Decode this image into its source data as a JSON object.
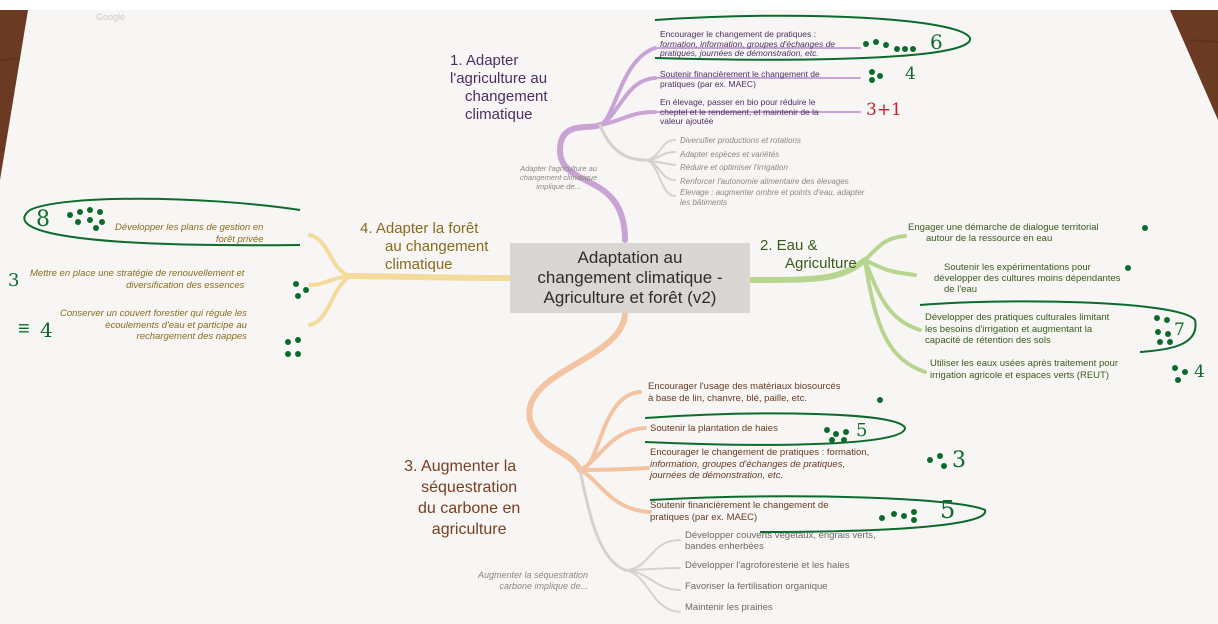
{
  "colors": {
    "table": "#6b3a22",
    "paper": "#f7f6f4",
    "purple": "#b07cc0",
    "green": "#9dc46b",
    "orange": "#f0b48d",
    "yellow": "#f0cf7a",
    "grey": "#c9c4c0",
    "ink": "#0c6b2c",
    "red": "#c0202a",
    "center_box": "#d9d6d3"
  },
  "center": {
    "line1": "Adaptation au",
    "line2": "changement climatique -",
    "line3": "Agriculture et forêt (v2)"
  },
  "branch1": {
    "title": [
      "1.  Adapter",
      "l'agriculture au",
      "changement",
      "climatique"
    ],
    "items": [
      {
        "lines": [
          "Encourager le changement de pratiques :",
          "formation, information, groupes d'échanges de",
          "pratiques, journées de démonstration, etc."
        ],
        "vote": "6"
      },
      {
        "lines": [
          "Soutenir financièrement le changement de",
          "pratiques (par ex. MAEC)"
        ],
        "vote": "4"
      },
      {
        "lines": [
          "En élevage, passer en bio pour réduire le",
          "cheptel et le rendement, et maintenir de la",
          "valeur ajoutée"
        ],
        "vote": "3+1"
      }
    ],
    "implies_label": [
      "Adapter l'agriculture au",
      "changement climatique",
      "implique de..."
    ],
    "implies": [
      "Diversifier productions et rotations",
      "Adapter espèces et variétés",
      "Réduire et optimiser l'irrigation",
      "Renforcer l'autonomie alimentaire des élevages",
      "Elevage : augmenter ombre et points d'eau, adapter",
      "les bâtiments"
    ]
  },
  "branch2": {
    "title": [
      "2.  Eau &",
      "Agriculture"
    ],
    "items": [
      {
        "lines": [
          "Engager une démarche de dialogue territorial",
          "autour de la ressource en eau"
        ],
        "vote": ""
      },
      {
        "lines": [
          "Soutenir les expérimentations pour",
          "développer des cultures moins dépendantes",
          "de l'eau"
        ],
        "vote": ""
      },
      {
        "lines": [
          "Développer des pratiques culturales limitant",
          "les besoins d'irrigation et augmentant la",
          "capacité de rétention des sols"
        ],
        "vote": "7"
      },
      {
        "lines": [
          "Utiliser les eaux usées après traitement pour",
          "irrigation agricole et espaces verts (REUT)"
        ],
        "vote": "4"
      }
    ]
  },
  "branch3": {
    "title": [
      "3.  Augmenter la",
      "séquestration",
      "du carbone en",
      "agriculture"
    ],
    "items": [
      {
        "lines": [
          "Encourager l'usage des matériaux biosourcés",
          "à base de lin, chanvre, blé, paille, etc."
        ],
        "vote": ""
      },
      {
        "lines": [
          "Soutenir la plantation de haies"
        ],
        "vote": "5"
      },
      {
        "lines": [
          "Encourager le changement de pratiques : formation,",
          "information, groupes d'échanges de pratiques,",
          "journées de démonstration, etc."
        ],
        "vote": "3"
      },
      {
        "lines": [
          "Soutenir financièrement le changement de",
          "pratiques (par ex. MAEC)"
        ],
        "vote": "5"
      }
    ],
    "implies_label": [
      "Augmenter la séquestration",
      "carbone implique de..."
    ],
    "implies": [
      "Développer couverts végétaux, engrais verts,",
      "bandes enherbées",
      "Développer l'agroforesterie et les haies",
      "Favoriser la fertilisation organique",
      "Maintenir les prairies"
    ]
  },
  "branch4": {
    "title": [
      "4.  Adapter la forêt",
      "au changement",
      "climatique"
    ],
    "items": [
      {
        "lines": [
          "Développer les plans de gestion en",
          "forêt privée"
        ],
        "vote": "8"
      },
      {
        "lines": [
          "Mettre en place une stratégie de renouvellement et",
          "diversification des essences"
        ],
        "vote": "3"
      },
      {
        "lines": [
          "Conserver un couvert forestier qui régule les",
          "écoulements d'eau et participe au",
          "rechargement des nappes"
        ],
        "vote": "4"
      }
    ]
  },
  "corner_text": [
    "Google"
  ]
}
